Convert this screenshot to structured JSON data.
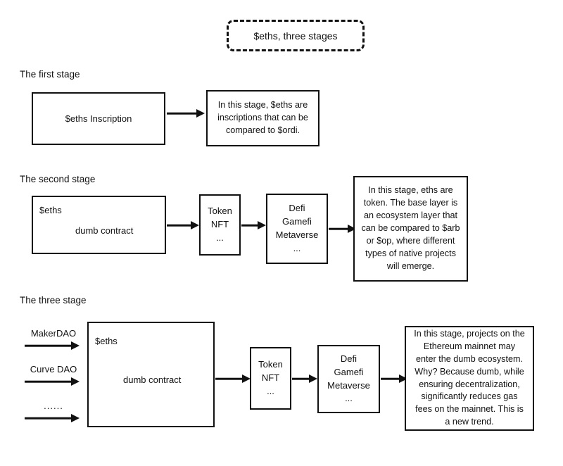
{
  "title": {
    "text": "$eths, three stages"
  },
  "stages": [
    {
      "label": "The first stage",
      "nodes": {
        "main": "$eths  Inscription",
        "note": "In this stage, $eths are inscriptions that can be compared to $ordi."
      }
    },
    {
      "label": "The second stage",
      "nodes": {
        "base_title": "$eths",
        "base_body": "dumb contract",
        "token": {
          "line1": "Token",
          "line2": "NFT",
          "line3": "..."
        },
        "defi": {
          "line1": "Defi",
          "line2": "Gamefi",
          "line3": "Metaverse",
          "line4": "..."
        },
        "note": "In this stage, eths are token. The base layer is an ecosystem layer that can be compared to $arb or $op, where different types of native projects will emerge."
      }
    },
    {
      "label": "The three stage",
      "inputs": [
        {
          "label": "MakerDAO"
        },
        {
          "label": "Curve DAO"
        },
        {
          "label": "......"
        }
      ],
      "nodes": {
        "base_title": "$eths",
        "base_body": "dumb contract",
        "token": {
          "line1": "Token",
          "line2": "NFT",
          "line3": "..."
        },
        "defi": {
          "line1": "Defi",
          "line2": "Gamefi",
          "line3": "Metaverse",
          "line4": "..."
        },
        "note": "In this stage, projects on the Ethereum mainnet may enter the dumb ecosystem. Why? Because dumb, while ensuring decentralization, significantly reduces gas fees on the mainnet. This is a new trend."
      }
    }
  ],
  "colors": {
    "stroke": "#111111",
    "background": "#ffffff"
  }
}
